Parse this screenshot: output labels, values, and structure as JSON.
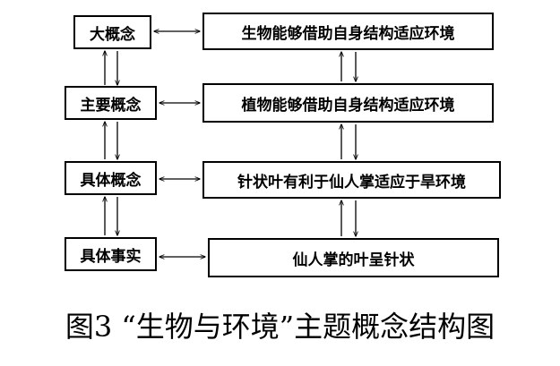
{
  "diagram": {
    "levels": [
      {
        "level": "大概念",
        "content": "生物能够借助自身结构适应环境"
      },
      {
        "level": "主要概念",
        "content": "植物能够借助自身结构适应环境"
      },
      {
        "level": "具体概念",
        "content": "针状叶有利于仙人掌适应于旱环境"
      },
      {
        "level": "具体事实",
        "content": "仙人掌的叶呈针状"
      }
    ],
    "caption": "图3 “生物与环境”主题概念结构图"
  },
  "colors": {
    "line": "#000000",
    "background": "#ffffff"
  }
}
